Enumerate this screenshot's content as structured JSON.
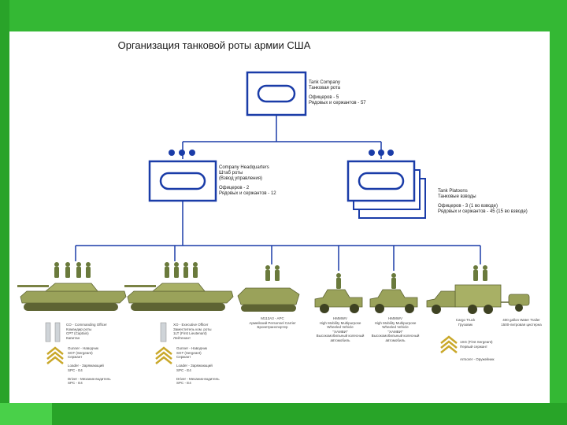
{
  "title": "Организация танковой роты армии США",
  "colors": {
    "slide_bg": "#34b834",
    "accent_dark": "#28a428",
    "accent_light": "#49d049",
    "node": "#1a3ca8",
    "vehicle": "#9aa25a",
    "soldier": "#6a7a3c"
  },
  "company": {
    "name_en": "Tank Company",
    "name_ru": "Танковая рота",
    "officers": "Офицеров - 5",
    "enlisted": "Рядовых и сержантов - 57"
  },
  "hq": {
    "name_en": "Company Headquarters",
    "name_ru": "Штаб роты",
    "note": "(Взвод управления)",
    "officers": "Офицеров - 2",
    "enlisted": "Рядовых и сержантов - 12"
  },
  "platoons": {
    "name_en": "Tank Platoons",
    "name_ru": "Танковые взводы",
    "officers": "Офицеров - 3 (1 во взводе)",
    "enlisted": "Рядовых и сержантов - 45 (15 во взводе)"
  },
  "units": [
    {
      "icon": "tank",
      "caption": [
        "CO - Commanding Officer",
        "Командир роты",
        "CPT (Captain)",
        "Капитан"
      ],
      "insignia": "captain-bars",
      "sub": [
        "Gunner - Наводчик",
        "SGT (Sergeant)",
        "Сержант",
        "",
        "Loader - Заряжающий",
        "SPC - E4",
        "",
        "Driver - Механик-водитель",
        "SPC - E4"
      ]
    },
    {
      "icon": "tank",
      "caption": [
        "XO - Executive Officer",
        "Заместитель ком. роты",
        "1LT (First Lieutenant)",
        "Лейтенант"
      ],
      "insignia": "lieutenant-bar",
      "sub": [
        "Gunner - Наводчик",
        "SGT (Sergeant)",
        "Сержант",
        "",
        "Loader - Заряжающий",
        "SPC - E4",
        "",
        "Driver - Механик-водитель",
        "SPC - E4"
      ]
    },
    {
      "icon": "apc",
      "caption": [
        "M113A3 - APC",
        "Армейский Personnel Carrier",
        "Бронетранспортер"
      ],
      "insignia": "",
      "sub": []
    },
    {
      "icon": "humvee",
      "caption": [
        "HMMWV",
        "High Mobility Multipurpose",
        "Wheeled Vehicle",
        "\"ХАМВИ\"",
        "Высокомобильный колесный",
        "автомобиль"
      ],
      "insignia": "",
      "sub": []
    },
    {
      "icon": "humvee",
      "caption": [
        "HMMWV",
        "High Mobility Multipurpose",
        "Wheeled Vehicle",
        "\"ХАМВИ\"",
        "Высокомобильный колесный",
        "автомобиль"
      ],
      "insignia": "",
      "sub": []
    },
    {
      "icon": "truck",
      "caption": [
        "Cargo Truck",
        "Грузовик"
      ],
      "insignia": "first-sergeant",
      "sub": [
        "1SG (First Sergeant)",
        "Первый сержант",
        "",
        "",
        "Armorer - Оружейник"
      ]
    },
    {
      "icon": "trailer",
      "caption": [
        "400 gallon Water Trailer",
        "1500-литровая цистерна"
      ],
      "insignia": "",
      "sub": []
    }
  ]
}
